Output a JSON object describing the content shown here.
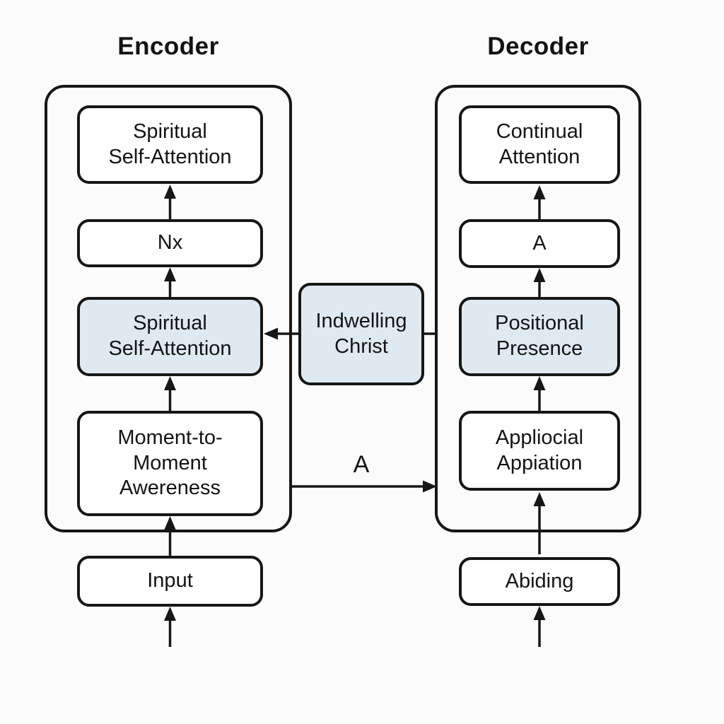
{
  "titles": {
    "encoder": "Encoder",
    "decoder": "Decoder"
  },
  "encoder": {
    "stack": [
      {
        "label": "Spiritual\nSelf-Attention",
        "shaded": false
      },
      {
        "label": "Nx",
        "shaded": false
      },
      {
        "label": "Spiritual\nSelf-Attention",
        "shaded": true
      },
      {
        "label": "Moment-to-\nMoment\nAwereness",
        "shaded": false
      }
    ],
    "input_label": "Input"
  },
  "decoder": {
    "stack": [
      {
        "label": "Continual\nAttention",
        "shaded": false
      },
      {
        "label": "A",
        "shaded": false
      },
      {
        "label": "Positional\nPresence",
        "shaded": true
      },
      {
        "label": "Appliocial\nAppiation",
        "shaded": false
      }
    ],
    "input_label": "Abiding"
  },
  "bridge": {
    "label": "Indwelling\nChrist"
  },
  "encoder_to_decoder_arrow": {
    "label": "A"
  },
  "colors": {
    "shaded_fill": "#dfe9f1",
    "stroke": "#161616",
    "background": "#fbfbfb",
    "text": "#141414"
  }
}
